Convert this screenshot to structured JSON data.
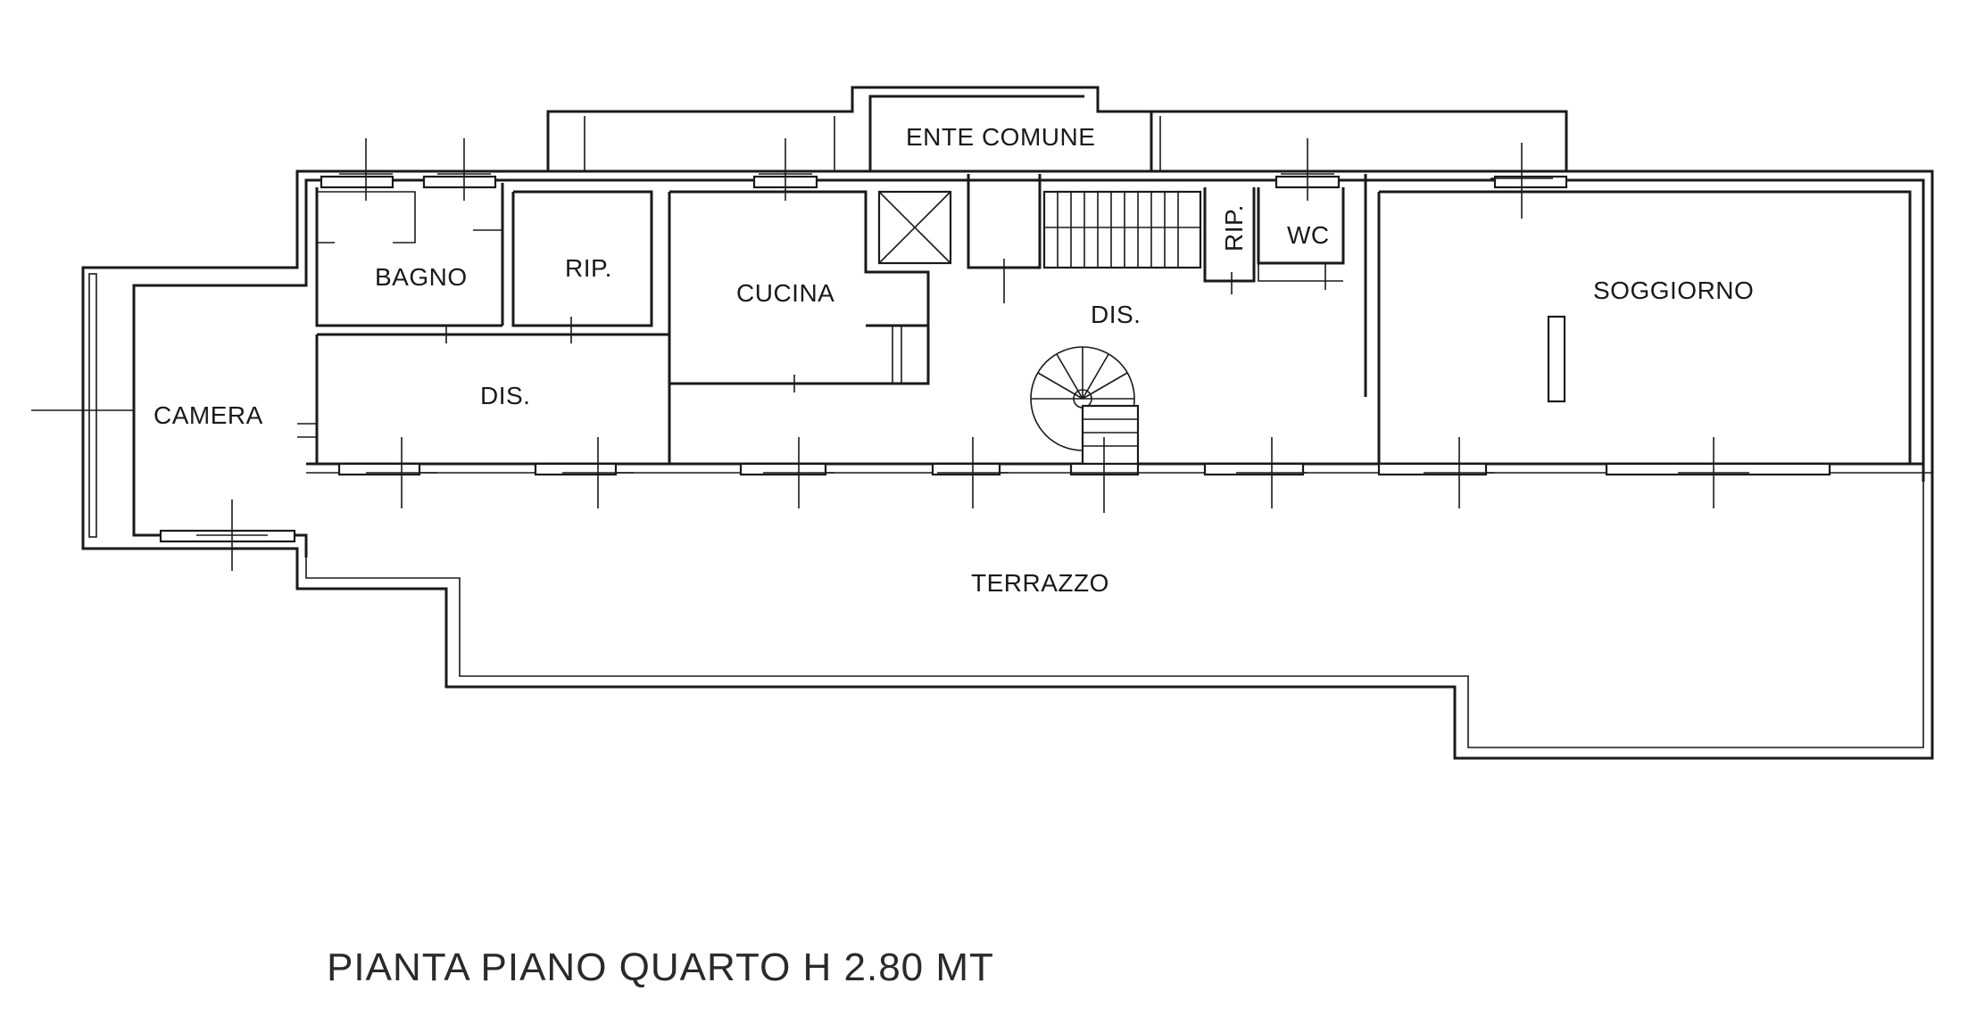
{
  "rooms": {
    "ente_comune": "ENTE COMUNE",
    "bagno": "BAGNO",
    "rip_1": "RIP.",
    "cucina": "CUCINA",
    "rip_2": "RIP.",
    "wc": "WC",
    "soggiorno": "SOGGIORNO",
    "camera": "CAMERA",
    "dis_1": "DIS.",
    "dis_2": "DIS.",
    "terrazzo": "TERRAZZO"
  },
  "caption": "PIANTA PIANO QUARTO H 2.80 MT"
}
